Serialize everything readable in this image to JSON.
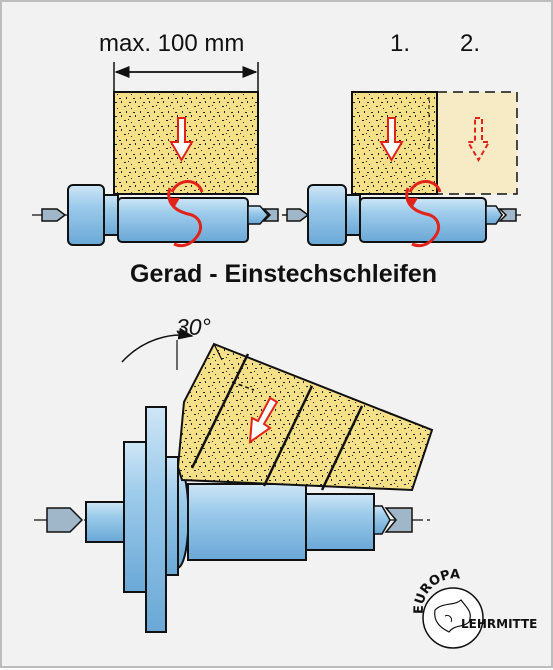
{
  "labels": {
    "width_dimension": "max. 100 mm",
    "step_1": "1.",
    "step_2": "2.",
    "title": "Gerad - Einstechschleifen",
    "angle": "30°"
  },
  "logo": {
    "top_text": "EUROPA",
    "bottom_text": "LEHRMITTEL"
  },
  "colors": {
    "background": "#f2f2f2",
    "wheel": "#f5e08a",
    "wheel_ghost": "#f7ebc6",
    "workpiece": "#8fc2e6",
    "arrow": "#e2231a",
    "outline": "#111111"
  }
}
